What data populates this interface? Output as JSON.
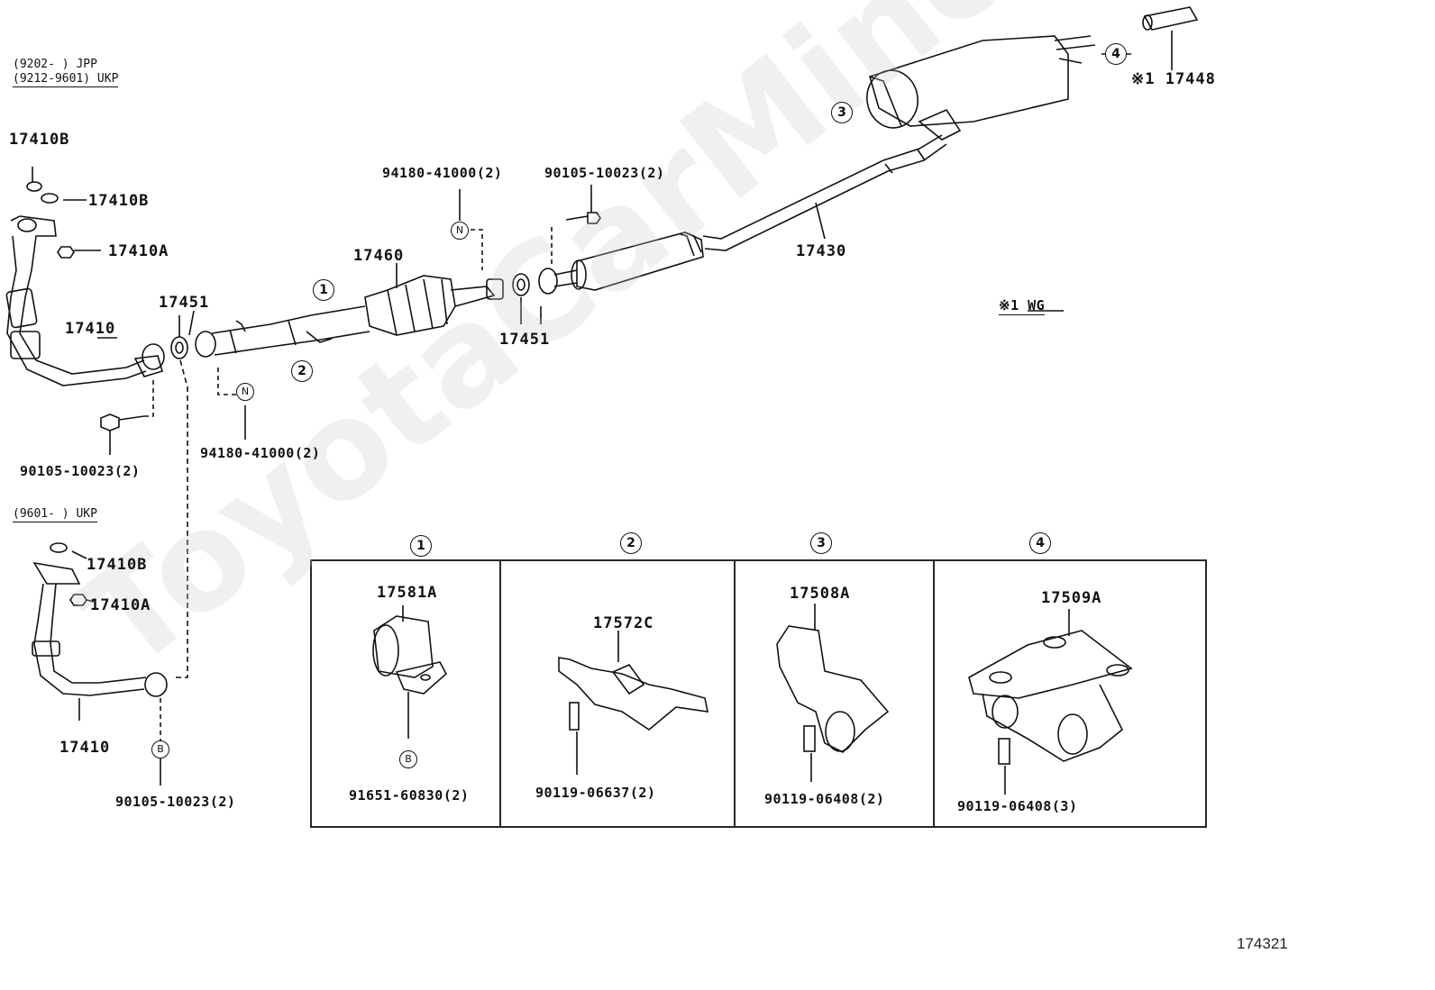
{
  "watermark": "ToyotaCarMine.ru",
  "diagram_ref": "174321",
  "note": "※1 WG",
  "applicability": {
    "top_line1": "(9202-     ) JPP",
    "top_line2": "(9212-9601) UKP",
    "lower": "(9601-     ) UKP"
  },
  "callouts": [
    "1",
    "2",
    "3",
    "4"
  ],
  "letters": {
    "n": "N",
    "b": "B"
  },
  "parts": {
    "p17410B_a": "17410B",
    "p17410B_b": "17410B",
    "p17410A": "17410A",
    "p17410": "17410",
    "p17451_left": "17451",
    "p17460": "17460",
    "p17451_right": "17451",
    "p17430": "17430",
    "p17448": "※1 17448",
    "bolt_left": "90105-10023(2)",
    "nut_lower": "94180-41000(2)",
    "nut_upper": "94180-41000(2)",
    "bolt_upper": "90105-10023(2)",
    "lower_17410B": "17410B",
    "lower_17410A": "17410A",
    "lower_17410": "17410",
    "lower_bolt": "90105-10023(2)"
  },
  "detail_boxes": [
    {
      "num": "1",
      "part": "17581A",
      "fastener": "91651-60830(2)"
    },
    {
      "num": "2",
      "part": "17572C",
      "fastener": "90119-06637(2)"
    },
    {
      "num": "3",
      "part": "17508A",
      "fastener": "90119-06408(2)"
    },
    {
      "num": "4",
      "part": "17509A",
      "fastener": "90119-06408(3)"
    }
  ]
}
